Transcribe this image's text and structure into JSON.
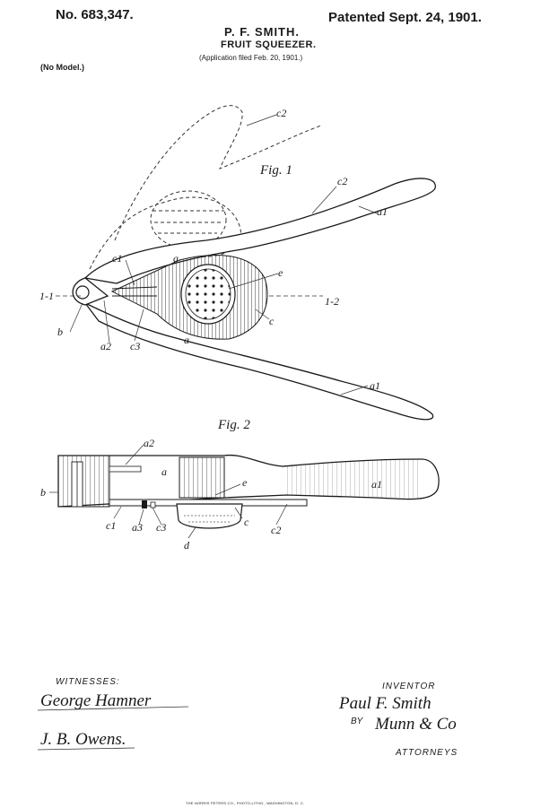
{
  "header": {
    "patent_number": "No. 683,347.",
    "patent_date": "Patented Sept. 24, 1901.",
    "inventor_name": "P. F. SMITH.",
    "title": "FRUIT SQUEEZER.",
    "application": "(Application filed Feb. 20, 1901.)",
    "model": "(No Model.)"
  },
  "figure1": {
    "label": "Fig. 1",
    "refs": {
      "c2_top": "c2",
      "c2_handle": "c2",
      "a1_top": "a1",
      "c1": "c1",
      "a_top": "a",
      "e": "e",
      "sec_left": "1-1",
      "sec_right": "1-2",
      "b": "b",
      "a2": "a2",
      "c3": "c3",
      "a_bottom": "a",
      "c": "c",
      "a1_bottom": "a1"
    }
  },
  "figure2": {
    "label": "Fig. 2",
    "refs": {
      "a2": "a2",
      "a": "a",
      "e": "e",
      "a1": "a1",
      "b": "b",
      "c1": "c1",
      "a3": "a3",
      "c3": "c3",
      "c": "c",
      "c2": "c2",
      "d": "d"
    }
  },
  "footer": {
    "witnesses_label": "WITNESSES:",
    "witness1_signature": "George Hamner",
    "witness2_signature": "J. B. Owens.",
    "inventor_label": "INVENTOR",
    "inventor_signature": "Paul F. Smith",
    "by_label": "BY",
    "attorney_signature": "Munn & Co",
    "attorneys_label": "ATTORNEYS",
    "imprint": "THE NORRIS PETERS CO., PHOTO-LITHO., WASHINGTON, D. C."
  }
}
